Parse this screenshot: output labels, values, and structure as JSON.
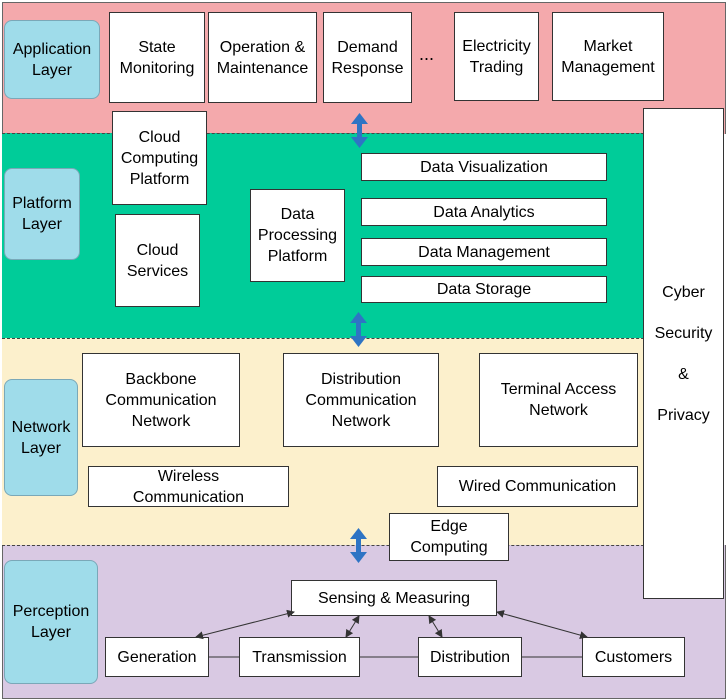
{
  "layers": {
    "application": "Application\nLayer",
    "platform": "Platform\nLayer",
    "network": "Network\nLayer",
    "perception": "Perception\nLayer"
  },
  "application": {
    "state_monitoring": "State\nMonitoring",
    "operation_maintenance": "Operation &\nMaintenance",
    "demand_response": "Demand\nResponse",
    "ellipsis": "...",
    "electricity_trading": "Electricity\nTrading",
    "market_management": "Market\nManagement"
  },
  "platform": {
    "cloud_computing": "Cloud\nComputing\nPlatform",
    "cloud_services": "Cloud\nServices",
    "data_processing": "Data\nProcessing\nPlatform",
    "data_visualization": "Data Visualization",
    "data_analytics": "Data Analytics",
    "data_management": "Data Management",
    "data_storage": "Data Storage"
  },
  "network": {
    "backbone": "Backbone\nCommunication\nNetwork",
    "distribution": "Distribution\nCommunication\nNetwork",
    "terminal_access": "Terminal Access\nNetwork",
    "wireless": "Wireless\nCommunication",
    "wired": "Wired Communication",
    "edge_computing": "Edge\nComputing"
  },
  "perception": {
    "sensing_measuring": "Sensing &  Measuring",
    "generation": "Generation",
    "transmission": "Transmission",
    "distribution": "Distribution",
    "customers": "Customers"
  },
  "cyber_security": "Cyber\nSecurity\n&\nPrivacy",
  "colors": {
    "application_band": "#f4a9ac",
    "platform_band": "#00cc99",
    "network_band": "#fcf0cc",
    "perception_band": "#d9c9e3",
    "layer_label": "#9fdcea",
    "arrow": "#2e74c4"
  }
}
